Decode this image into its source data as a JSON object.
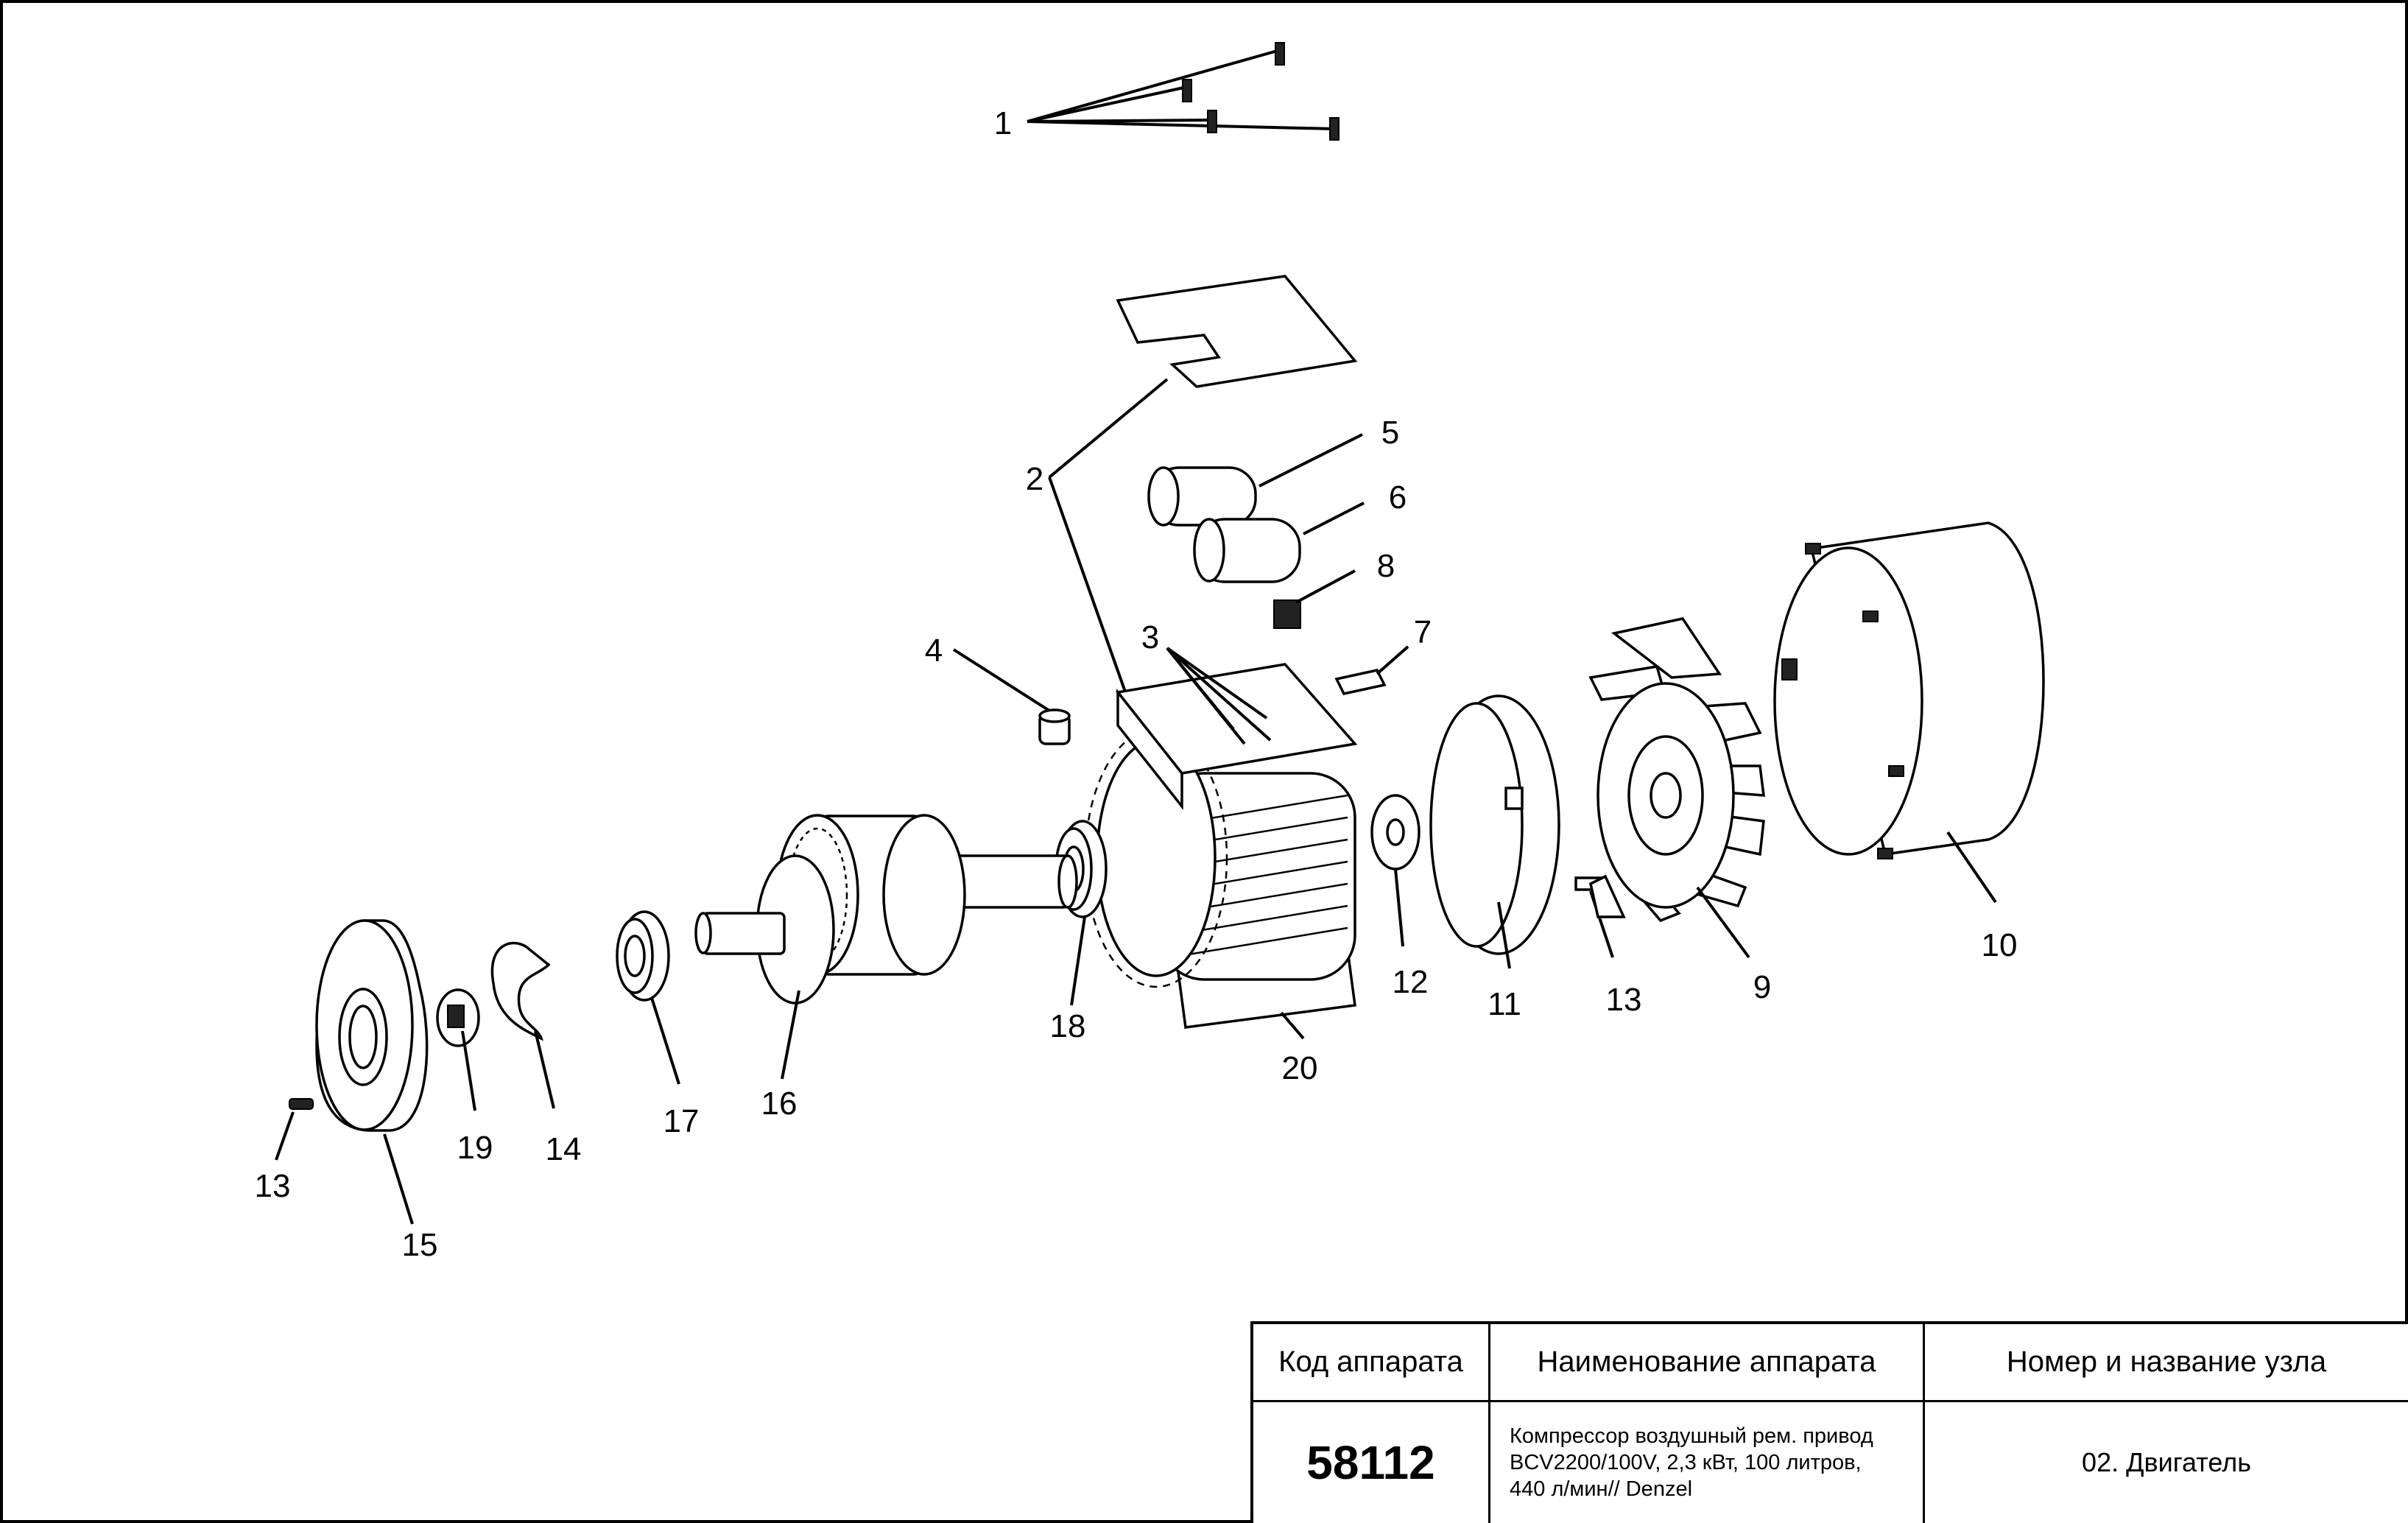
{
  "diagram": {
    "part_labels": {
      "p1": "1",
      "p2": "2",
      "p3": "3",
      "p4": "4",
      "p5": "5",
      "p6": "6",
      "p7": "7",
      "p8": "8",
      "p9": "9",
      "p10": "10",
      "p11": "11",
      "p12": "12",
      "p13a": "13",
      "p13b": "13",
      "p14": "14",
      "p15": "15",
      "p16": "16",
      "p17": "17",
      "p18": "18",
      "p19": "19",
      "p20": "20"
    }
  },
  "title_block": {
    "code_header": "Код аппарата",
    "name_header": "Наименование аппарата",
    "unit_header": "Номер и название узла",
    "code_value": "58112",
    "name_line1": "Компрессор воздушный рем. привод",
    "name_line2": "BCV2200/100V, 2,3 кВт, 100 литров,",
    "name_line3": "440 л/мин// Denzel",
    "unit_value": "02. Двигатель"
  }
}
